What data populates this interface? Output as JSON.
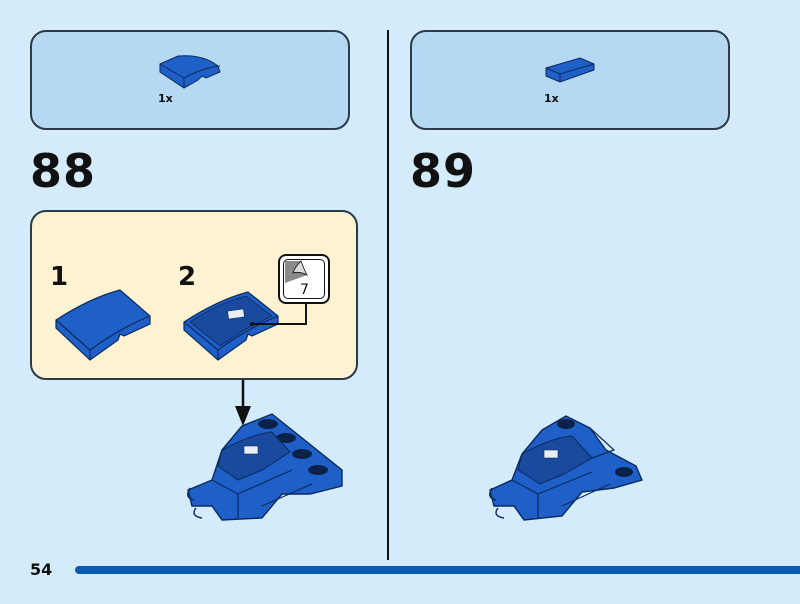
{
  "page": {
    "page_number": "54",
    "progress_fraction": 1.0,
    "colors": {
      "background": "#d3ebfb",
      "parts_box": "#b5d9f3",
      "sub_assembly_box": "#fdf3d2",
      "brick_blue": "#1f5fc8",
      "progress_bar": "#0a5bb0"
    }
  },
  "steps": [
    {
      "number": "88",
      "parts": [
        {
          "name": "curved slope 2x2",
          "color": "blue",
          "quantity": "1x"
        }
      ],
      "sub_assembly": {
        "sub_steps": [
          {
            "number": "1",
            "description": "blue curved slope"
          },
          {
            "number": "2",
            "description": "apply sticker to curved slope"
          }
        ],
        "sticker": {
          "number": "7",
          "icon": "sticker-icon"
        }
      },
      "arrow": "down-arrow-icon"
    },
    {
      "number": "89",
      "parts": [
        {
          "name": "tile 1x2",
          "color": "blue",
          "quantity": "1x"
        }
      ]
    }
  ]
}
